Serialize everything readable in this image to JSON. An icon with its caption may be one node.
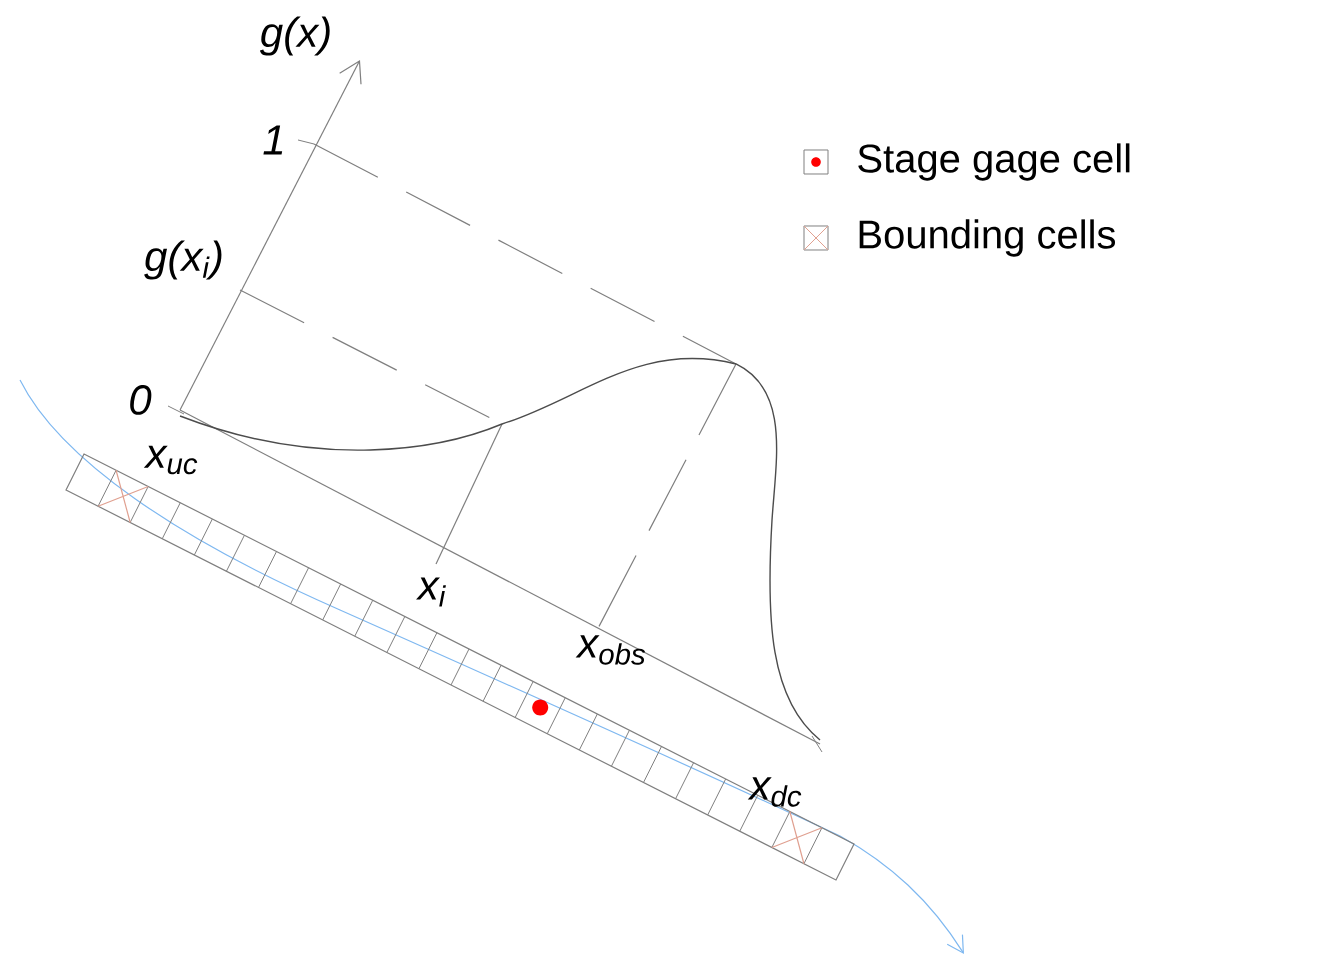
{
  "diagram": {
    "labels": [
      "g(x)",
      "1",
      "g(x$_{i}$)",
      "0",
      "x$_{uc}$",
      "x$_{i}$",
      "x$_{obs}$",
      "x$_{dc}$"
    ],
    "legend": [
      {
        "text": "Stage gage cell"
      },
      {
        "text": "Bounding cells"
      }
    ]
  }
}
